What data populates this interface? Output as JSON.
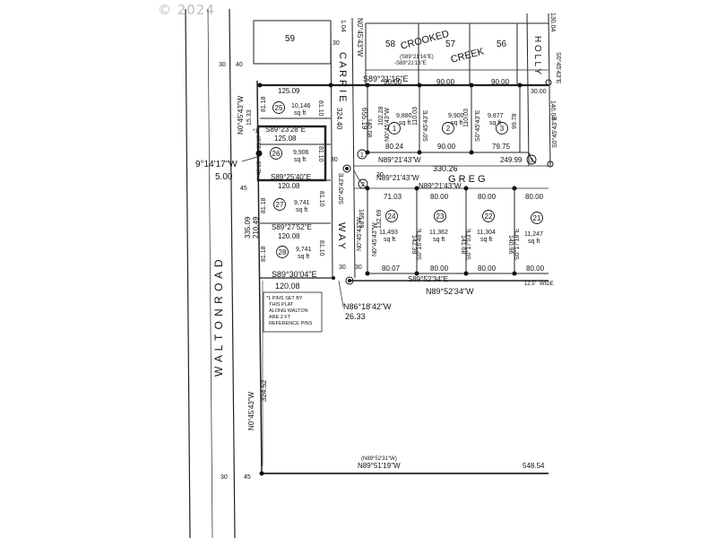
{
  "watermark": "© 2024",
  "roads": {
    "walton": "W A L T O N     R O A D",
    "carrie": "C A R R I E",
    "way": "W A Y",
    "greg": "G R E G",
    "crooked": "CROOKED",
    "creek": "CREEK",
    "holly": "H O L L Y",
    "wide_label": "WIDE"
  },
  "lots": [
    {
      "id": "59",
      "label": "59"
    },
    {
      "id": "58",
      "label": "58"
    },
    {
      "id": "57",
      "label": "57"
    },
    {
      "id": "56",
      "label": "56"
    },
    {
      "id": "25",
      "label": "25",
      "area": "10,146",
      "unit": "sq ft"
    },
    {
      "id": "26",
      "label": "26",
      "area": "9,906",
      "unit": "sq ft"
    },
    {
      "id": "27",
      "label": "27",
      "area": "9,741",
      "unit": "sq ft"
    },
    {
      "id": "28",
      "label": "28",
      "area": "9,741",
      "unit": "sq ft"
    },
    {
      "id": "1",
      "label": "1",
      "area": "9,880",
      "unit": "sq ft"
    },
    {
      "id": "2",
      "label": "2",
      "area": "9,900",
      "unit": "sq ft"
    },
    {
      "id": "3",
      "label": "3",
      "area": "9,877",
      "unit": "sq ft"
    },
    {
      "id": "24",
      "label": "24",
      "area": "11,493",
      "unit": "sq ft"
    },
    {
      "id": "23",
      "label": "23",
      "area": "11,362",
      "unit": "sq ft"
    },
    {
      "id": "22",
      "label": "22",
      "area": "11,304",
      "unit": "sq ft"
    },
    {
      "id": "21",
      "label": "21",
      "area": "11,247",
      "unit": "sq ft"
    }
  ],
  "bearings": {
    "n0_45_43_w_top": "N0°45'43\"W",
    "n0_45_43_w_lot25": "N0°45'43\"W",
    "n0_45_43_w_walton": "N0°45'43\"W",
    "n0_45_43_w_lot1": "N0°45'43\"W",
    "n0_45_43_w_lot24": "N0°45'43\"W",
    "s89_21_16_e": "S89°21'16\"E",
    "s89_21_16_e_paren": "(S89°21'16\"E)",
    "s89_21_16_e_dash": "-S89°21'16\"E",
    "s89_23_28_e": "S89°23'28\"E",
    "s89_25_40_e": "S89°25'40\"E",
    "s89_27_52_e": "S89°27'52\"E",
    "s89_30_04_e": "S89°30'04\"E",
    "s0_45_43_e_carrie": "S0°45'43\"E",
    "s0_45_43_e_lot2": "S0°45'43\"E",
    "s0_45_43_e_lot3": "S0°45'43\"E",
    "s0_45_43_e_holly1": "S0°45'43\"E",
    "s0_45_43_e_holly2": "S0°45'43\"E",
    "s0_16_48_e": "S0°16'48\"E",
    "s0_17_03_e": "S0°17'03\"E",
    "s0_17_18_e": "S0°17'18\"E",
    "n89_21_43_w_a": "N89°21'43\"W",
    "n89_21_43_w_b": "N89°21'43\"W",
    "n89_21_43_w_c": "N89°21'43\"W",
    "n89_52_34_w": "N89°52'34\"W",
    "s89_52_34_e": "S89°52'34\"E",
    "n86_18_42_w": "N86°18'42\"W",
    "n89_52_31_w": "(N89°52'31\"W)",
    "n89_51_19_w": "N89°51'19\"W",
    "angle_914": "9°14'17\"W",
    "n0_45_43_w_way": "N0°45'43\"W"
  },
  "distances": {
    "d30_top_a": "30",
    "d40": "40",
    "d30_carrie_top": "30",
    "d140_04": "140.04",
    "d130_04": "130.04",
    "d1_c": "1.04",
    "d90_a": "90.00",
    "d90_b": "90.00",
    "d90_c": "90.00",
    "d30_00": "30.00",
    "d125_09": "125.09",
    "d81_18_a": "81.18",
    "d81_10_a": "81.10",
    "d15_33": "15.33",
    "d33_17": "33.17",
    "d125_08": "125.08",
    "d81_10_b": "81.10",
    "d42_15": "42.15",
    "d5_00": "5.00",
    "d120_08_a": "120.08",
    "d81_18_b": "81.18",
    "d81_10_c": "81.10",
    "d120_08_b": "120.08",
    "d81_18_c": "81.18",
    "d81_10_d": "81.10",
    "d120_08_c": "120.08",
    "d335_09": "335.09",
    "d210_49": "210.49",
    "d45_a": "45",
    "d324_40": "324.40",
    "d655_19": "655.19",
    "d140_08": "140.08",
    "d102_28": "102.28",
    "d110_03_a": "110.03",
    "d110_03_b": "110.03",
    "d99_78": "99.78",
    "d80_24": "80.24",
    "d90_d": "90.00",
    "d79_75": "79.75",
    "d330_26": "330.26",
    "d249_99": "249.99",
    "d30_carrie": "30",
    "d30_greg": "30",
    "d71_03": "71.03",
    "d80_a": "80.00",
    "d80_b": "80.00",
    "d80_c": "80.00",
    "d132_69": "132.69",
    "d142_39": "142.39",
    "d141_68": "141.68",
    "d140_96": "140.96",
    "d185_99": "185.99",
    "d80_07": "80.07",
    "d80_d": "80.00",
    "d80_e": "80.00",
    "d80_f": "80.00",
    "d30_way_a": "30",
    "d30_way_b": "30",
    "d12_5": "12.5'",
    "d26_33": "26.33",
    "d324_52": "324.52",
    "d30_bot": "30",
    "d45_bot": "45",
    "d548_54": "548.54",
    "d30_left": "30"
  },
  "notes": {
    "pin_note": [
      "*1 PINS SET BY",
      "THIS PLAT",
      "ALONG WALTON",
      "ARE 2 FT",
      "REFERENCE PINS"
    ]
  },
  "markers": {
    "m1_a": "1",
    "m1_b": "1",
    "m2": "2",
    "m3": "3",
    "star": "*1"
  }
}
